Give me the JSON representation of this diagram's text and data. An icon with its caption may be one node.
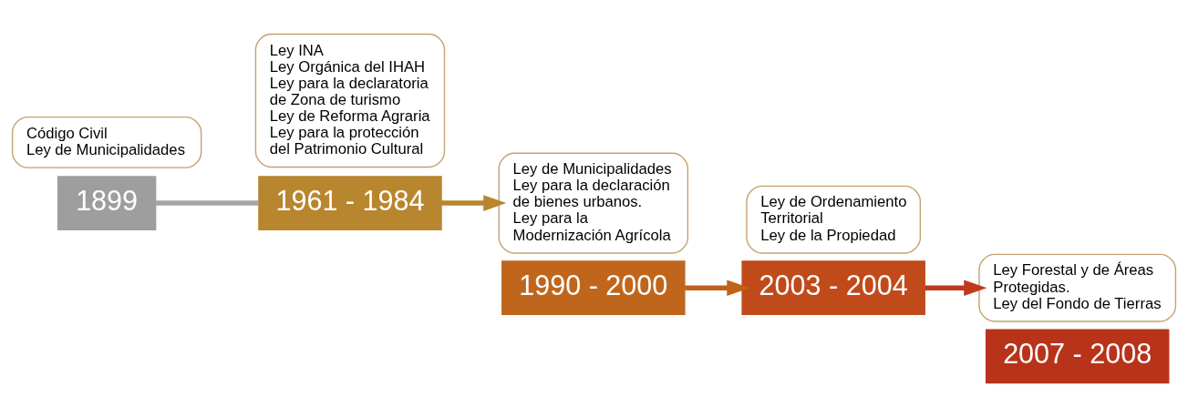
{
  "diagram": {
    "nodes": [
      {
        "text": [
          "Código Civil",
          "Ley de Municipalidades"
        ]
      },
      {
        "text": [
          "1899"
        ]
      },
      {
        "text": [
          "1961 - 1984"
        ]
      },
      {
        "text": [
          "Ley INA",
          "Ley Orgánica del IHAH",
          "Ley para la declaratoria de Zona de turismo",
          "Ley de Reforma Agraria",
          "Ley para la protección del Patrimonio Cultural"
        ]
      },
      {
        "text": [
          "Ley de Municipalidades",
          "Ley para la declaración de bienes urbanos.",
          "Ley para la Modernización Agrícola"
        ]
      },
      {
        "text": [
          "1990 - 2000"
        ]
      },
      {
        "text": [
          "2003 - 2004"
        ]
      },
      {
        "text": [
          "Ley de Ordenamiento Territorial",
          "Ley de la Propiedad"
        ]
      },
      {
        "text": [
          "Ley Forestal y de Áreas Protegidas.",
          "Ley del Fondo de Tierras"
        ]
      },
      {
        "text": [
          "2007 - 2008"
        ]
      }
    ],
    "edges": [
      {
        "from": 1,
        "to": 2,
        "arrow": "none",
        "color": "#a6a6a6"
      },
      {
        "from": 2,
        "to": 4,
        "arrow": "to",
        "color": "#b8862e"
      },
      {
        "from": 5,
        "to": 6,
        "arrow": "to",
        "color": "#c0611c"
      },
      {
        "from": 6,
        "to": 8,
        "arrow": "to",
        "color": "#c0391b"
      }
    ]
  }
}
